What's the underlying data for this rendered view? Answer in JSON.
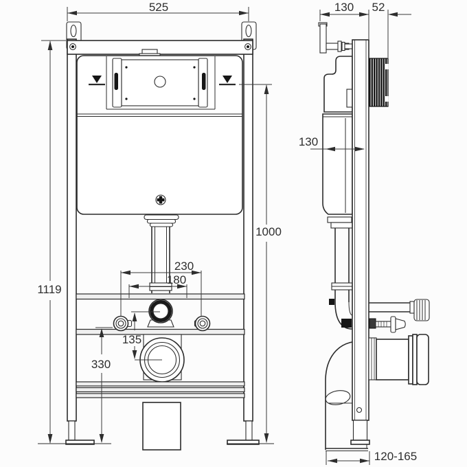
{
  "drawing": {
    "type": "technical-drawing",
    "subject": "wall-hung wc concealed cistern frame",
    "colors": {
      "background": "#fcfcfc",
      "line": "#2b2b2b",
      "dimension_text": "#2e2e2e",
      "hatch_fill": "#141414"
    },
    "icons": [
      {
        "name": "water-level-icon",
        "glyph": "▼"
      },
      {
        "name": "phillips-screw-icon",
        "glyph": "✛"
      }
    ],
    "views": {
      "front": {
        "name": "front-view",
        "dimensions": {
          "overall_width": "525",
          "overall_height": "1119",
          "water_level_height": "1000",
          "bolt_spacing": "230",
          "inner_spacing": "180",
          "connector_to_outlet": "135",
          "outlet_height": "330"
        }
      },
      "side": {
        "name": "side-view",
        "dimensions": {
          "frame_depth": "130",
          "plate_projection": "52",
          "cistern_depth": "130",
          "floor_outlet_range": "120-165"
        }
      }
    }
  }
}
